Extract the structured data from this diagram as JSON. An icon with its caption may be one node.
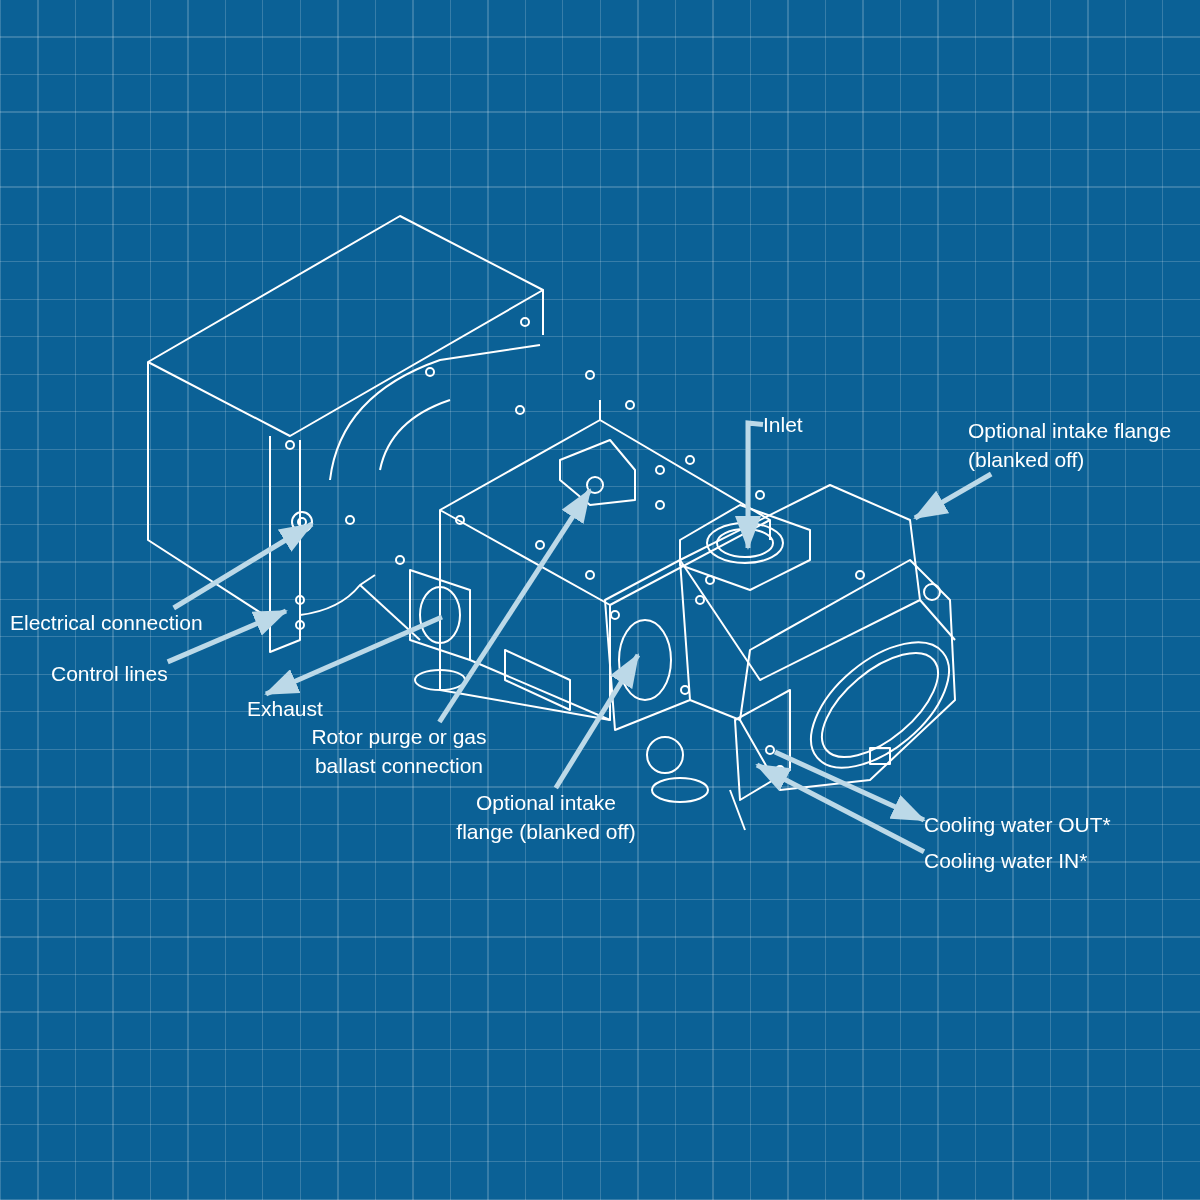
{
  "diagram": {
    "nodes": [
      {
        "text": [
          "Inlet"
        ]
      },
      {
        "text": [
          "Optional intake flange (blanked off)"
        ]
      },
      {
        "text": [
          "Electrical connection"
        ]
      },
      {
        "text": [
          "Control lines"
        ]
      },
      {
        "text": [
          "Exhaust"
        ]
      },
      {
        "text": [
          "Rotor purge or gas ballast connection"
        ]
      },
      {
        "text": [
          "Optional intake flange (blanked off)"
        ]
      },
      {
        "text": [
          "Cooling water OUT*"
        ]
      },
      {
        "text": [
          "Cooling water IN*"
        ]
      }
    ],
    "edges": [
      {
        "from": 0,
        "to": null,
        "arrow": "to"
      },
      {
        "from": 1,
        "to": null,
        "arrow": "to"
      },
      {
        "from": 2,
        "to": null,
        "arrow": "to"
      },
      {
        "from": 3,
        "to": null,
        "arrow": "to"
      },
      {
        "from": null,
        "to": 4,
        "arrow": "to"
      },
      {
        "from": 5,
        "to": null,
        "arrow": "to"
      },
      {
        "from": 6,
        "to": null,
        "arrow": "to"
      },
      {
        "from": null,
        "to": 7,
        "arrow": "to"
      },
      {
        "from": 8,
        "to": null,
        "arrow": "to"
      }
    ]
  }
}
